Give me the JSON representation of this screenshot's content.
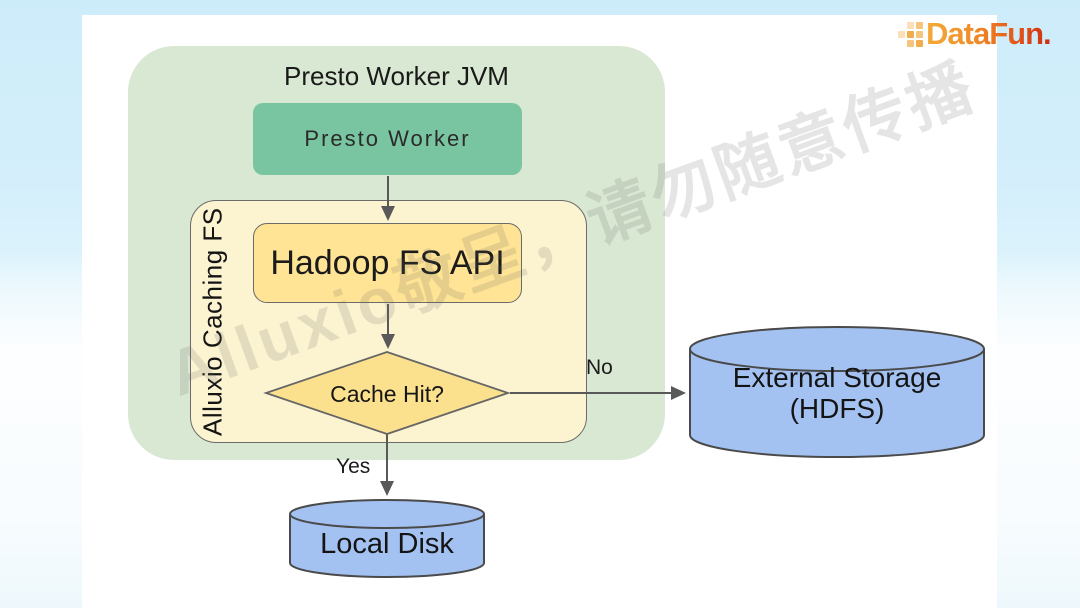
{
  "slide": {
    "logo": {
      "text": "DataFun."
    },
    "watermark": {
      "text": "Alluxio敬呈，请勿随意传播"
    },
    "title": "Presto Worker JVM",
    "nodes": {
      "presto_worker": "Presto Worker",
      "alluxio_caching_fs": "Alluxio Caching FS",
      "hadoop_fs_api": "Hadoop FS API",
      "cache_hit": "Cache Hit?",
      "external_storage_line1": "External Storage",
      "external_storage_line2": "(HDFS)",
      "local_disk": "Local Disk"
    },
    "edges": {
      "no_label": "No",
      "yes_label": "Yes"
    },
    "colors": {
      "background_blue": "#d4eefa",
      "jvm_container_green": "#d9e8d2",
      "presto_box_green": "#79c5a1",
      "alluxio_container_cream": "#fcf3d1",
      "hadoop_box_yellow": "#ffe495",
      "diamond_yellow": "#fbe18d",
      "cylinder_blue": "#a3c2f2",
      "outline_gray": "#6b6b6b",
      "arrow_gray": "#595959",
      "logo_orange": "#ef8b27"
    }
  }
}
